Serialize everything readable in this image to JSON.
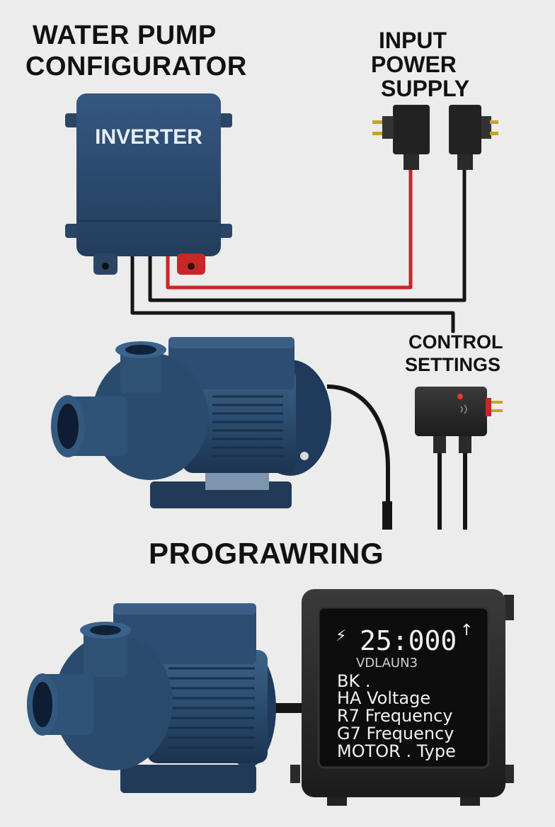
{
  "title": {
    "line1": "WATER PUMP",
    "line2": "CONFIGURATOR"
  },
  "inverter": {
    "label": "INVERTER"
  },
  "power_supply": {
    "line1": "INPUT",
    "line2": "POWER",
    "line3": "SUPPLY"
  },
  "control_settings": {
    "line1": "CONTROL",
    "line2": "SETTINGS"
  },
  "programming": {
    "label": "PROGRAWRING"
  },
  "display": {
    "bolt_icon": "lightning-icon",
    "arrow_icon": "arrow-up-icon",
    "time": "25:000",
    "subtitle": "VDLAUN3",
    "rows": [
      "BK .",
      "HA Voltage",
      "R7 Frequency",
      "G7 Frequency",
      "MOTOR . Type"
    ]
  },
  "colors": {
    "housing_blue": "#2c4a6e",
    "cable_red": "#c62828",
    "cable_black": "#151515",
    "display_bg": "#1a1a1a",
    "background": "#ececec"
  }
}
